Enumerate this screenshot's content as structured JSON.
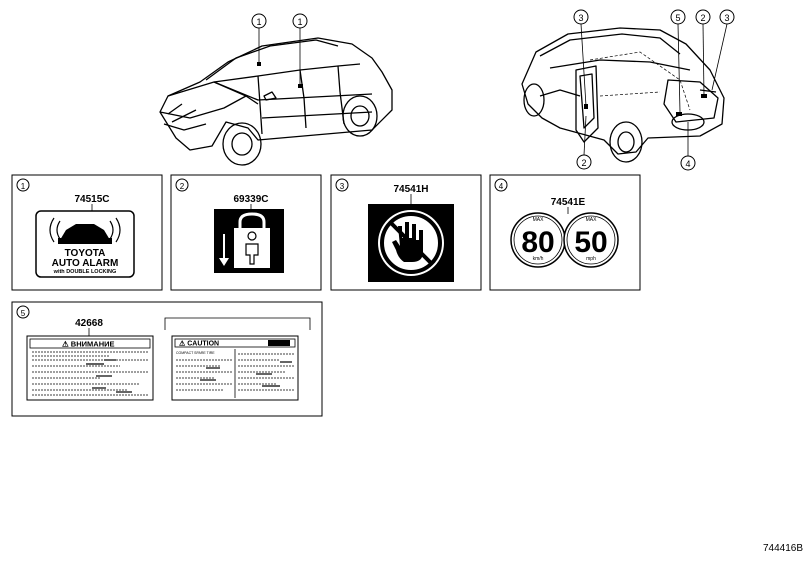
{
  "callouts": {
    "front_left": "1",
    "front_right": "1",
    "rear_top_left": "3",
    "rear_top_mid": "5",
    "rear_top_mid2": "2",
    "rear_top_right": "3",
    "rear_bottom_left": "2",
    "rear_bottom_right": "4"
  },
  "panels": [
    {
      "num": "1",
      "part": "74515C",
      "lines": [
        "TOYOTA",
        "AUTO ALARM",
        "with DOUBLE LOCKING"
      ]
    },
    {
      "num": "2",
      "part": "69339C"
    },
    {
      "num": "3",
      "part": "74541H"
    },
    {
      "num": "4",
      "part": "74541E",
      "speeds": [
        {
          "max": "MAX",
          "value": "80",
          "unit": "km/h"
        },
        {
          "max": "MAX",
          "value": "50",
          "unit": "mph"
        }
      ]
    },
    {
      "num": "5",
      "part": "42668",
      "left_title": "⚠ ВНИМАНИЕ",
      "right_title": "⚠ CAUTION",
      "right_sub": "COMPACT SPARE TIRE"
    }
  ],
  "diagram_ref": "744416B"
}
